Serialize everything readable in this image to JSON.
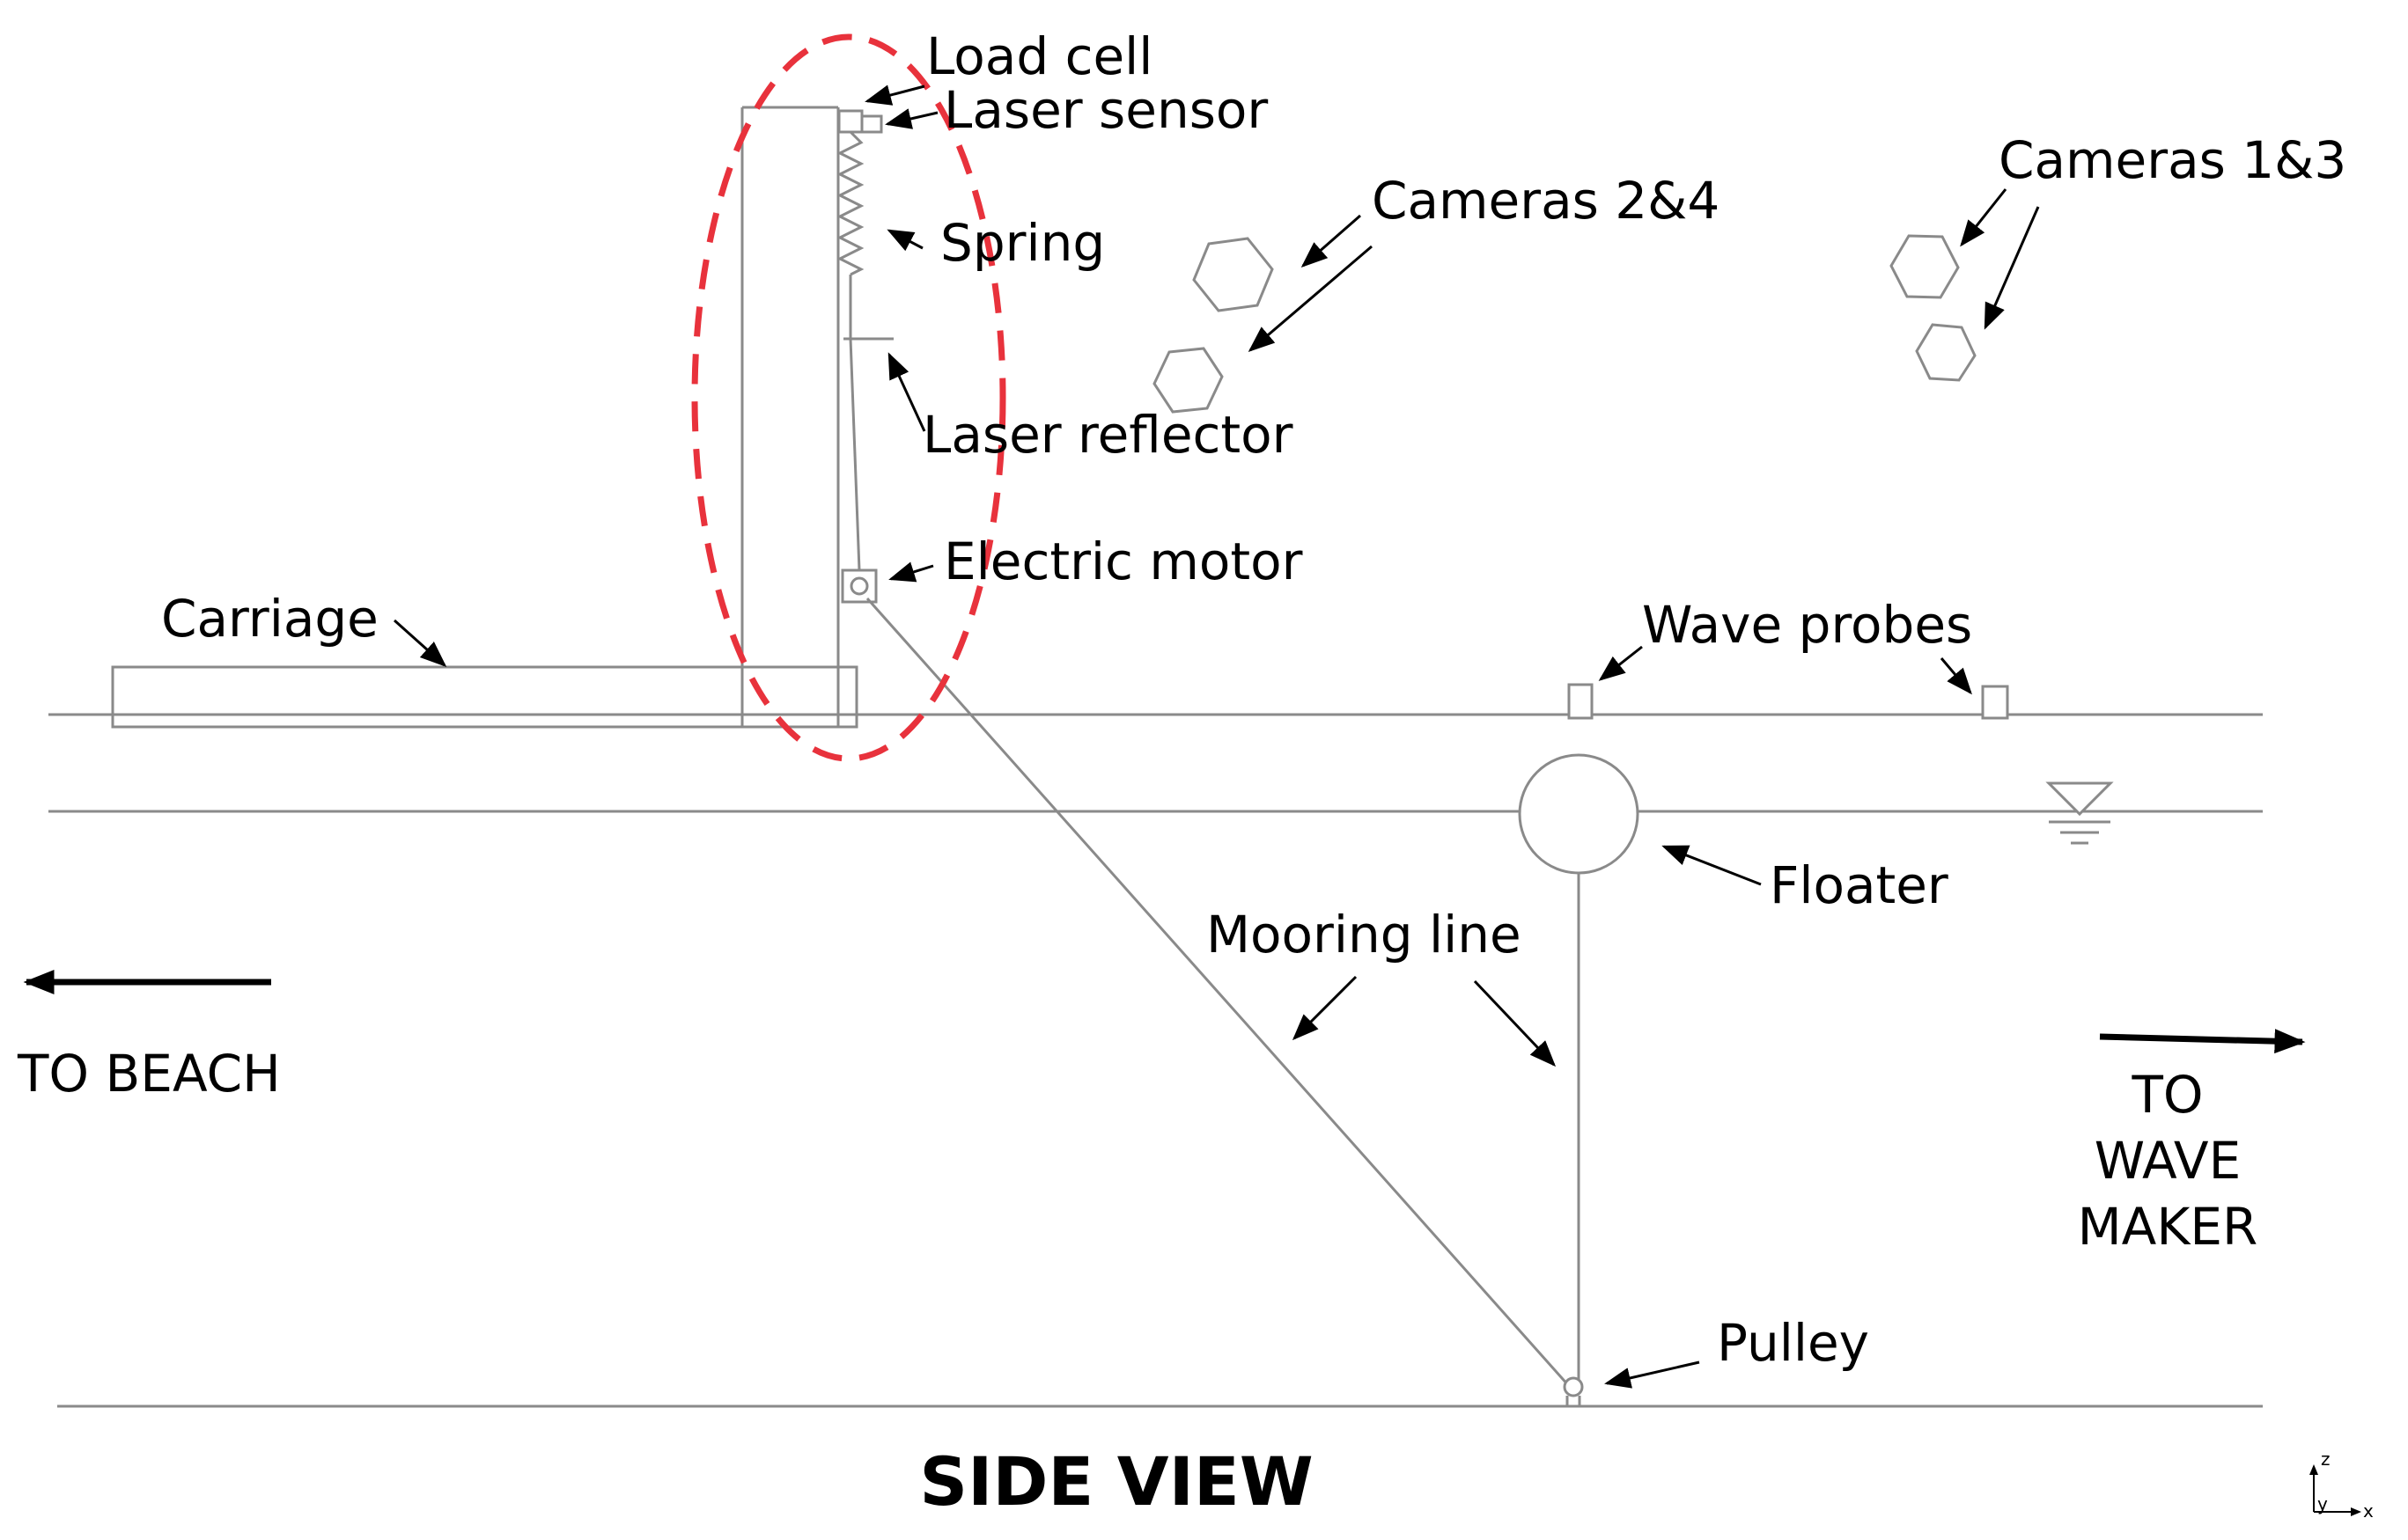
{
  "labels": {
    "load_cell": "Load cell",
    "laser_sensor": "Laser sensor",
    "spring": "Spring",
    "laser_reflector": "Laser reflector",
    "electric_motor": "Electric motor",
    "carriage": "Carriage",
    "cameras_2_4": "Cameras 2&4",
    "cameras_1_3": "Cameras 1&3",
    "wave_probes": "Wave probes",
    "floater": "Floater",
    "mooring_line": "Mooring line",
    "pulley": "Pulley",
    "to_beach": "TO BEACH",
    "to_wave_maker_1": "TO",
    "to_wave_maker_2": "WAVE",
    "to_wave_maker_3": "MAKER",
    "title": "SIDE VIEW",
    "axis_z": "z",
    "axis_x": "x",
    "axis_y": "y"
  },
  "colors": {
    "structure": "#8a8a8a",
    "highlight": "#e8323c",
    "arrows": "#000000"
  }
}
